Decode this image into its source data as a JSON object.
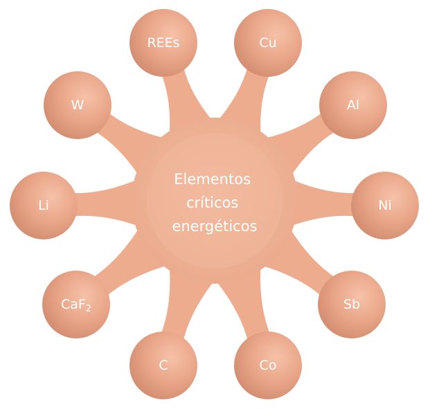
{
  "center": {
    "lines": [
      "Elementos",
      "críticos",
      "energéticos"
    ]
  },
  "satellites": [
    {
      "id": "rees",
      "label": "REEs"
    },
    {
      "id": "cu",
      "label": "Cu"
    },
    {
      "id": "al",
      "label": "Al"
    },
    {
      "id": "ni",
      "label": "Ni"
    },
    {
      "id": "sb",
      "label": "Sb"
    },
    {
      "id": "co",
      "label": "Co"
    },
    {
      "id": "c",
      "label": "C"
    },
    {
      "id": "caf2",
      "label": "CaF",
      "subscript": "2"
    },
    {
      "id": "li",
      "label": "Li"
    },
    {
      "id": "w",
      "label": "W"
    }
  ],
  "colors": {
    "node_edge": "#cf8a6e",
    "node_mid": "#e8a486",
    "node_light": "#f6c2a8",
    "center_fill": "#efb396",
    "connector": "#edac8e",
    "label": "#ffffff"
  }
}
